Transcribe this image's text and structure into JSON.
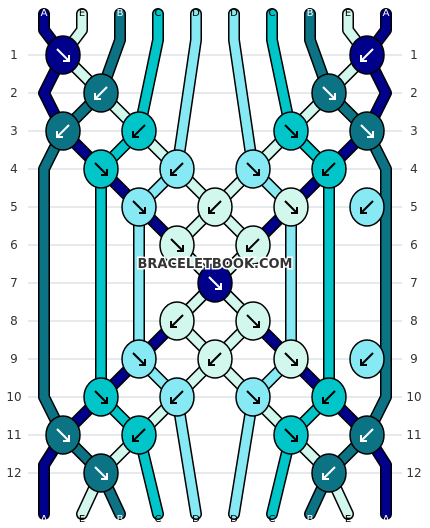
{
  "watermark": "BRACELETBOOK.COM",
  "strings_top": [
    "A",
    "E",
    "B",
    "C",
    "D",
    "D",
    "C",
    "B",
    "E",
    "A"
  ],
  "strings_bottom": [
    "A",
    "E",
    "B",
    "C",
    "D",
    "D",
    "C",
    "B",
    "E",
    "A"
  ],
  "row_labels": [
    "1",
    "2",
    "3",
    "4",
    "5",
    "6",
    "7",
    "8",
    "9",
    "10",
    "11",
    "12"
  ],
  "colors": {
    "A": "#00008B",
    "B": "#0B7384",
    "C": "#00C6C9",
    "D": "#87E9F4",
    "E": "#D2F8EE"
  },
  "knots": [
    {
      "row": 1,
      "slot": 1,
      "color": "A",
      "dir": "right"
    },
    {
      "row": 1,
      "slot": 9,
      "color": "A",
      "dir": "left"
    },
    {
      "row": 2,
      "slot": 2,
      "color": "B",
      "dir": "left"
    },
    {
      "row": 2,
      "slot": 8,
      "color": "B",
      "dir": "right"
    },
    {
      "row": 3,
      "slot": 1,
      "color": "B",
      "dir": "left"
    },
    {
      "row": 3,
      "slot": 3,
      "color": "C",
      "dir": "left"
    },
    {
      "row": 3,
      "slot": 7,
      "color": "C",
      "dir": "right"
    },
    {
      "row": 3,
      "slot": 9,
      "color": "B",
      "dir": "right"
    },
    {
      "row": 4,
      "slot": 2,
      "color": "C",
      "dir": "right"
    },
    {
      "row": 4,
      "slot": 4,
      "color": "D",
      "dir": "left"
    },
    {
      "row": 4,
      "slot": 6,
      "color": "D",
      "dir": "right"
    },
    {
      "row": 4,
      "slot": 8,
      "color": "C",
      "dir": "left"
    },
    {
      "row": 5,
      "slot": 3,
      "color": "D",
      "dir": "right"
    },
    {
      "row": 5,
      "slot": 5,
      "color": "E",
      "dir": "left"
    },
    {
      "row": 5,
      "slot": 7,
      "color": "E",
      "dir": "right"
    },
    {
      "row": 5,
      "slot": 9,
      "color": "D",
      "dir": "left"
    },
    {
      "row": 6,
      "slot": 4,
      "color": "E",
      "dir": "right"
    },
    {
      "row": 6,
      "slot": 6,
      "color": "E",
      "dir": "left"
    },
    {
      "row": 7,
      "slot": 5,
      "color": "A",
      "dir": "right"
    },
    {
      "row": 8,
      "slot": 4,
      "color": "E",
      "dir": "left"
    },
    {
      "row": 8,
      "slot": 6,
      "color": "E",
      "dir": "right"
    },
    {
      "row": 9,
      "slot": 3,
      "color": "D",
      "dir": "right"
    },
    {
      "row": 9,
      "slot": 5,
      "color": "E",
      "dir": "left"
    },
    {
      "row": 9,
      "slot": 7,
      "color": "E",
      "dir": "right"
    },
    {
      "row": 9,
      "slot": 9,
      "color": "D",
      "dir": "left"
    },
    {
      "row": 10,
      "slot": 2,
      "color": "C",
      "dir": "right"
    },
    {
      "row": 10,
      "slot": 4,
      "color": "D",
      "dir": "left"
    },
    {
      "row": 10,
      "slot": 6,
      "color": "D",
      "dir": "right"
    },
    {
      "row": 10,
      "slot": 8,
      "color": "C",
      "dir": "left"
    },
    {
      "row": 11,
      "slot": 1,
      "color": "B",
      "dir": "right"
    },
    {
      "row": 11,
      "slot": 3,
      "color": "C",
      "dir": "left"
    },
    {
      "row": 11,
      "slot": 7,
      "color": "C",
      "dir": "right"
    },
    {
      "row": 11,
      "slot": 9,
      "color": "B",
      "dir": "left"
    },
    {
      "row": 12,
      "slot": 2,
      "color": "B",
      "dir": "right"
    },
    {
      "row": 12,
      "slot": 8,
      "color": "B",
      "dir": "left"
    }
  ]
}
